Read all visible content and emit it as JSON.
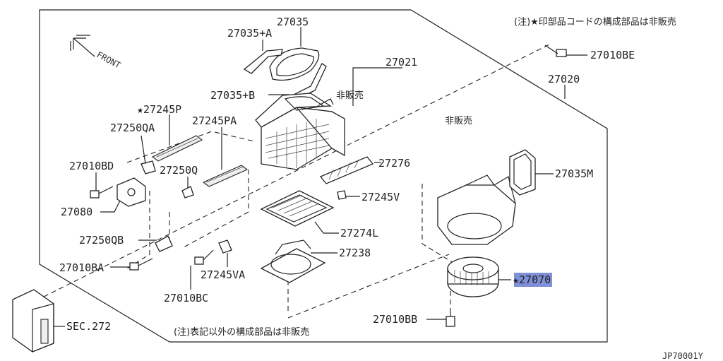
{
  "diagram": {
    "notes": {
      "top_right": "(注)★印部品コードの構成部品は非販売",
      "bottom": "(注)表記以外の構成部品は非販売",
      "not_sold_1": "非販売",
      "not_sold_2": "非販売"
    },
    "front_label": "FRONT",
    "figure_code": "JP70001Y",
    "highlight_color": "#7f8fd8",
    "labels": {
      "p27035": "27035",
      "p27035A": "27035+A",
      "p27035B": "27035+B",
      "p27021": "27021",
      "p27020": "27020",
      "p27010BE": "27010BE",
      "p27245P": "★27245P",
      "p27250QA": "27250QA",
      "p27245PA": "27245PA",
      "p27010BD": "27010BD",
      "p27250Q": "27250Q",
      "p27276": "27276",
      "p27035M": "27035M",
      "p27245V": "27245V",
      "p27080": "27080",
      "p27274L": "27274L",
      "p27250QB": "27250QB",
      "p27238": "27238",
      "p27010BA": "27010BA",
      "p27245VA": "27245VA",
      "p27070": "★27070",
      "p27010BC": "27010BC",
      "p27010BB": "27010BB",
      "sec272": "SEC.272"
    }
  }
}
